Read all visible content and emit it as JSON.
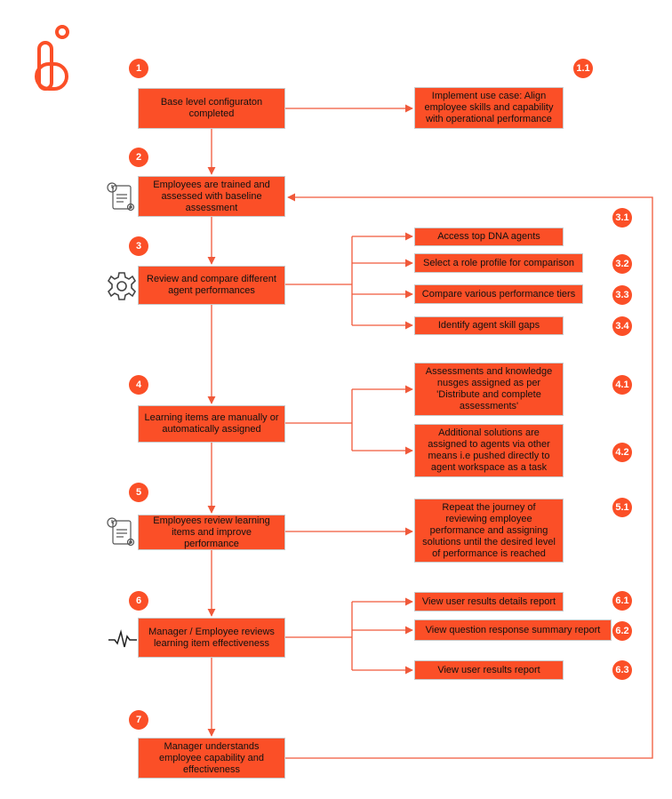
{
  "colors": {
    "accent": "#fb4f27",
    "line": "#f0593a",
    "box_border": "#c9c9c9"
  },
  "main_steps": [
    {
      "badge": "1",
      "label": "Base level configuraton completed"
    },
    {
      "badge": "2",
      "label": "Employees are trained and assessed with baseline assessment"
    },
    {
      "badge": "3",
      "label": "Review and compare different agent performances"
    },
    {
      "badge": "4",
      "label": "Learning items are manually or automatically assigned"
    },
    {
      "badge": "5",
      "label": "Employees review learning items and improve performance"
    },
    {
      "badge": "6",
      "label": "Manager / Employee reviews learning item effectiveness"
    },
    {
      "badge": "7",
      "label": "Manager understands employee capability and effectiveness"
    }
  ],
  "sub_steps": [
    {
      "badge": "1.1",
      "label": "Implement use case: Align employee skills and capability with operational performance"
    },
    {
      "badge": "3.1",
      "label": "Access top DNA agents"
    },
    {
      "badge": "3.2",
      "label": "Select a role profile for comparison"
    },
    {
      "badge": "3.3",
      "label": "Compare various performance tiers"
    },
    {
      "badge": "3.4",
      "label": "Identify agent skill gaps"
    },
    {
      "badge": "4.1",
      "label": "Assessments and knowledge nusges assigned as per 'Distribute and complete assessments'"
    },
    {
      "badge": "4.2",
      "label": "Additional solutions are assigned to agents via other means i.e pushed directly to agent workspace as a task"
    },
    {
      "badge": "5.1",
      "label": "Repeat the journey of reviewing employee performance and assigning solutions until the desired level of performance is reached"
    },
    {
      "badge": "6.1",
      "label": "View user results details report"
    },
    {
      "badge": "6.2",
      "label": "View question response summary report"
    },
    {
      "badge": "6.3",
      "label": "View user results report"
    }
  ],
  "icons": {
    "logo": "brand-logo",
    "step2": "assessment-document-gear-icon",
    "step3": "gear-icon",
    "step5": "assessment-document-gear-icon",
    "step6": "pulse-wave-icon"
  }
}
